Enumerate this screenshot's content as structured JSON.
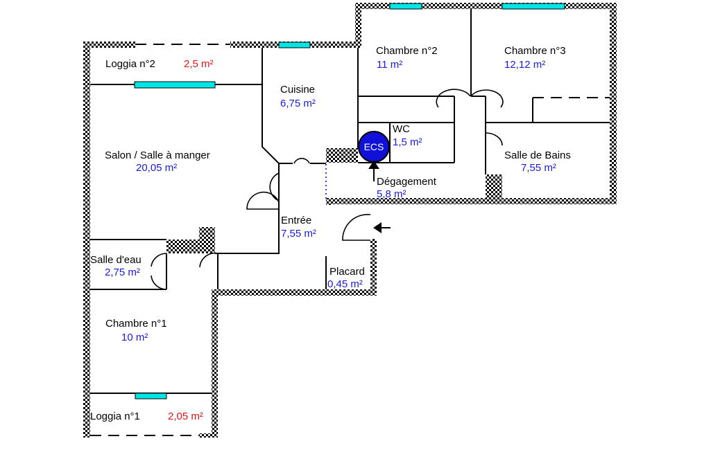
{
  "rooms": {
    "loggia2": {
      "name": "Loggia n°2",
      "area": "2,5  m²"
    },
    "cuisine": {
      "name": "Cuisine",
      "area": "6,75  m²"
    },
    "chambre2": {
      "name": "Chambre n°2",
      "area": "11  m²"
    },
    "chambre3": {
      "name": "Chambre n°3",
      "area": "12,12  m²"
    },
    "salon": {
      "name": "Salon / Salle à manger",
      "area": "20,05  m²"
    },
    "wc": {
      "name": "WC",
      "area": "1,5  m²"
    },
    "sdb": {
      "name": "Salle de Bains",
      "area": "7,55  m²"
    },
    "degagement": {
      "name": "Dégagement",
      "area": "5,8  m²"
    },
    "entree": {
      "name": "Entrée",
      "area": "7,55  m²"
    },
    "salle_eau": {
      "name": "Salle d'eau",
      "area": "2,75  m²"
    },
    "placard": {
      "name": "Placard",
      "area": "0,45  m²"
    },
    "chambre1": {
      "name": "Chambre n°1",
      "area": "10  m²"
    },
    "loggia1": {
      "name": "Loggia n°1",
      "area": "2,05  m²"
    }
  },
  "equipment": {
    "ecs": "ECS"
  },
  "colors": {
    "wall": "#000000",
    "window": "#00e5e5",
    "area_text": "#1a1adb",
    "loggia_area_text": "#e01616",
    "ecs_fill": "#1010d8"
  }
}
